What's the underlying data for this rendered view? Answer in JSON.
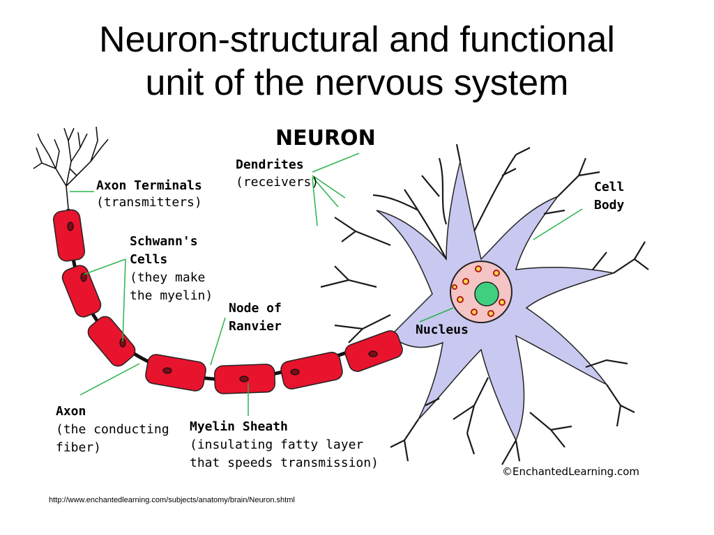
{
  "slide": {
    "title_line1": "Neuron-structural and functional",
    "title_line2": "unit of the nervous system",
    "source_url": "http://www.enchantedlearning.com/subjects/anatomy/brain/Neuron.shtml"
  },
  "diagram": {
    "heading": "NEURON",
    "labels": {
      "axon_terminals": "Axon Terminals",
      "axon_terminals_desc": "(transmitters)",
      "dendrites": "Dendrites",
      "dendrites_desc": "(receivers)",
      "cell": "Cell",
      "body": "Body",
      "schwann_1": "Schwann's",
      "schwann_2": "Cells",
      "schwann_desc_1": "(they make",
      "schwann_desc_2": "the myelin)",
      "node_1": "Node of",
      "node_2": "Ranvier",
      "nucleus": "Nucleus",
      "axon": "Axon",
      "axon_desc_1": "(the conducting",
      "axon_desc_2": "fiber)",
      "myelin": "Myelin Sheath",
      "myelin_desc_1": "(insulating fatty layer",
      "myelin_desc_2": "that speeds transmission)"
    },
    "copyright": "©EnchantedLearning.com",
    "colors": {
      "cell_body": "#c8c8f0",
      "myelin": "#e8132d",
      "nucleus_ring": "#f5c4c4",
      "nucleolus": "#3fcf7f",
      "leader_lines": "#29b34a"
    }
  }
}
